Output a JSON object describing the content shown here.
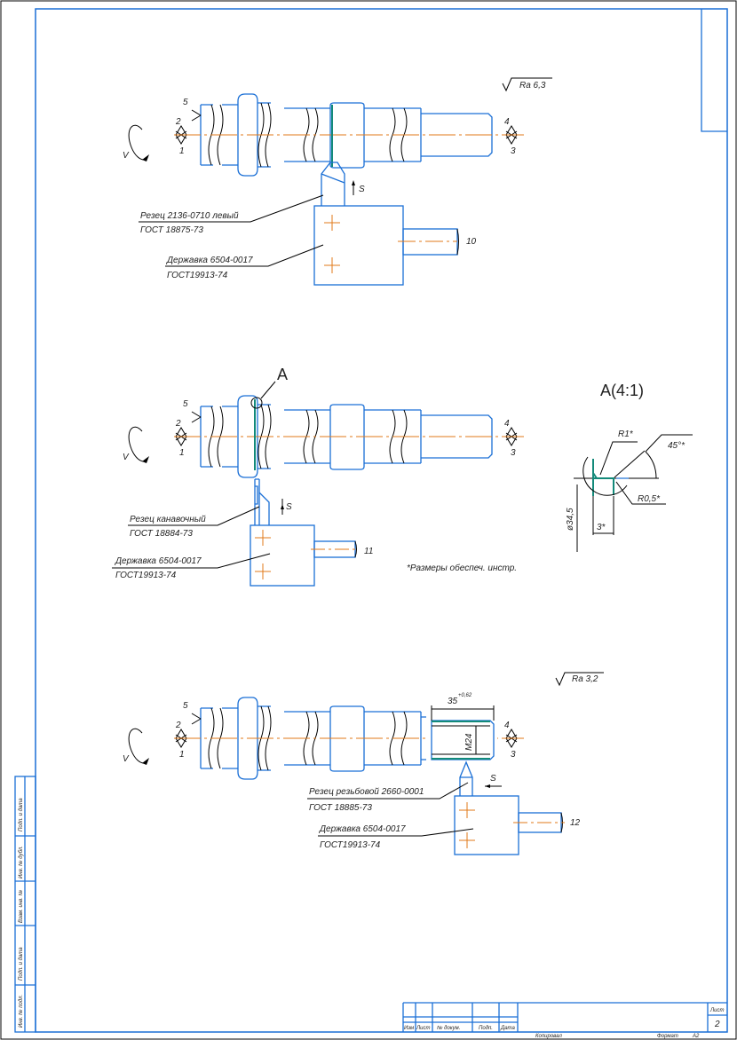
{
  "frame": {
    "side_stamps": [
      "Инв. № подл.",
      "Подп. и дата",
      "Взам. инв. №",
      "Инв. № дубл.",
      "Подп. и дата"
    ],
    "title_block": {
      "columns": [
        "Изм",
        "Лист",
        "№ докум.",
        "Подп.",
        "Дата"
      ],
      "sheet_label": "Лист",
      "sheet_number": "2",
      "copied_label": "Копировал",
      "format_label": "Формат",
      "format_value": "А2"
    }
  },
  "operation_10": {
    "roughness": "Ra 6,3",
    "base_marks": [
      "5",
      "2",
      "1",
      "4",
      "3"
    ],
    "rotation": "V",
    "feed": "S",
    "cutter": "Резец 2136-0710 левый",
    "cutter_std": "ГОСТ 18875-73",
    "holder": "Державка 6504-0017",
    "holder_std": "ГОСТ19913-74",
    "number": "10"
  },
  "operation_11": {
    "view_label": "А",
    "base_marks": [
      "5",
      "2",
      "1",
      "4",
      "3"
    ],
    "rotation": "V",
    "feed": "S",
    "cutter": "Резец канавочный",
    "cutter_std": "ГОСТ 18884-73",
    "holder": "Державка 6504-0017",
    "holder_std": "ГОСТ19913-74",
    "number": "11",
    "note": "*Размеры обеспеч. инстр."
  },
  "detail_a": {
    "title": "А(4:1)",
    "r1": "R1*",
    "angle": "45°*",
    "r05": "R0,5*",
    "width": "3*",
    "diameter": "ø34,5"
  },
  "operation_12": {
    "roughness": "Ra 3,2",
    "base_marks": [
      "5",
      "2",
      "1",
      "4",
      "3"
    ],
    "rotation": "V",
    "feed": "S",
    "length": "35",
    "tolerance": "+0,62",
    "thread": "M24",
    "cutter": "Резец резьбовой 2660-0001",
    "cutter_std": "ГОСТ 18885-73",
    "holder": "Державка 6504-0017",
    "holder_std": "ГОСТ19913-74",
    "number": "12"
  }
}
